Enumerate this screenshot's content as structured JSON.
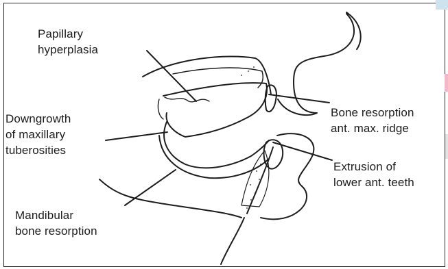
{
  "labels": {
    "papillary_line1": "Papillary",
    "papillary_line2": "hyperplasia",
    "downgrowth_line1": "Downgrowth",
    "downgrowth_line2": "of maxillary",
    "downgrowth_line3": "tuberosities",
    "bone_resorption_line1": "Bone resorption",
    "bone_resorption_line2": "ant. max. ridge",
    "extrusion_line1": "Extrusion of",
    "extrusion_line2": "lower ant. teeth",
    "mandibular_line1": "Mandibular",
    "mandibular_line2": "bone resorption"
  },
  "colors": {
    "ink": "#1c1c1c",
    "background": "#ffffff"
  }
}
